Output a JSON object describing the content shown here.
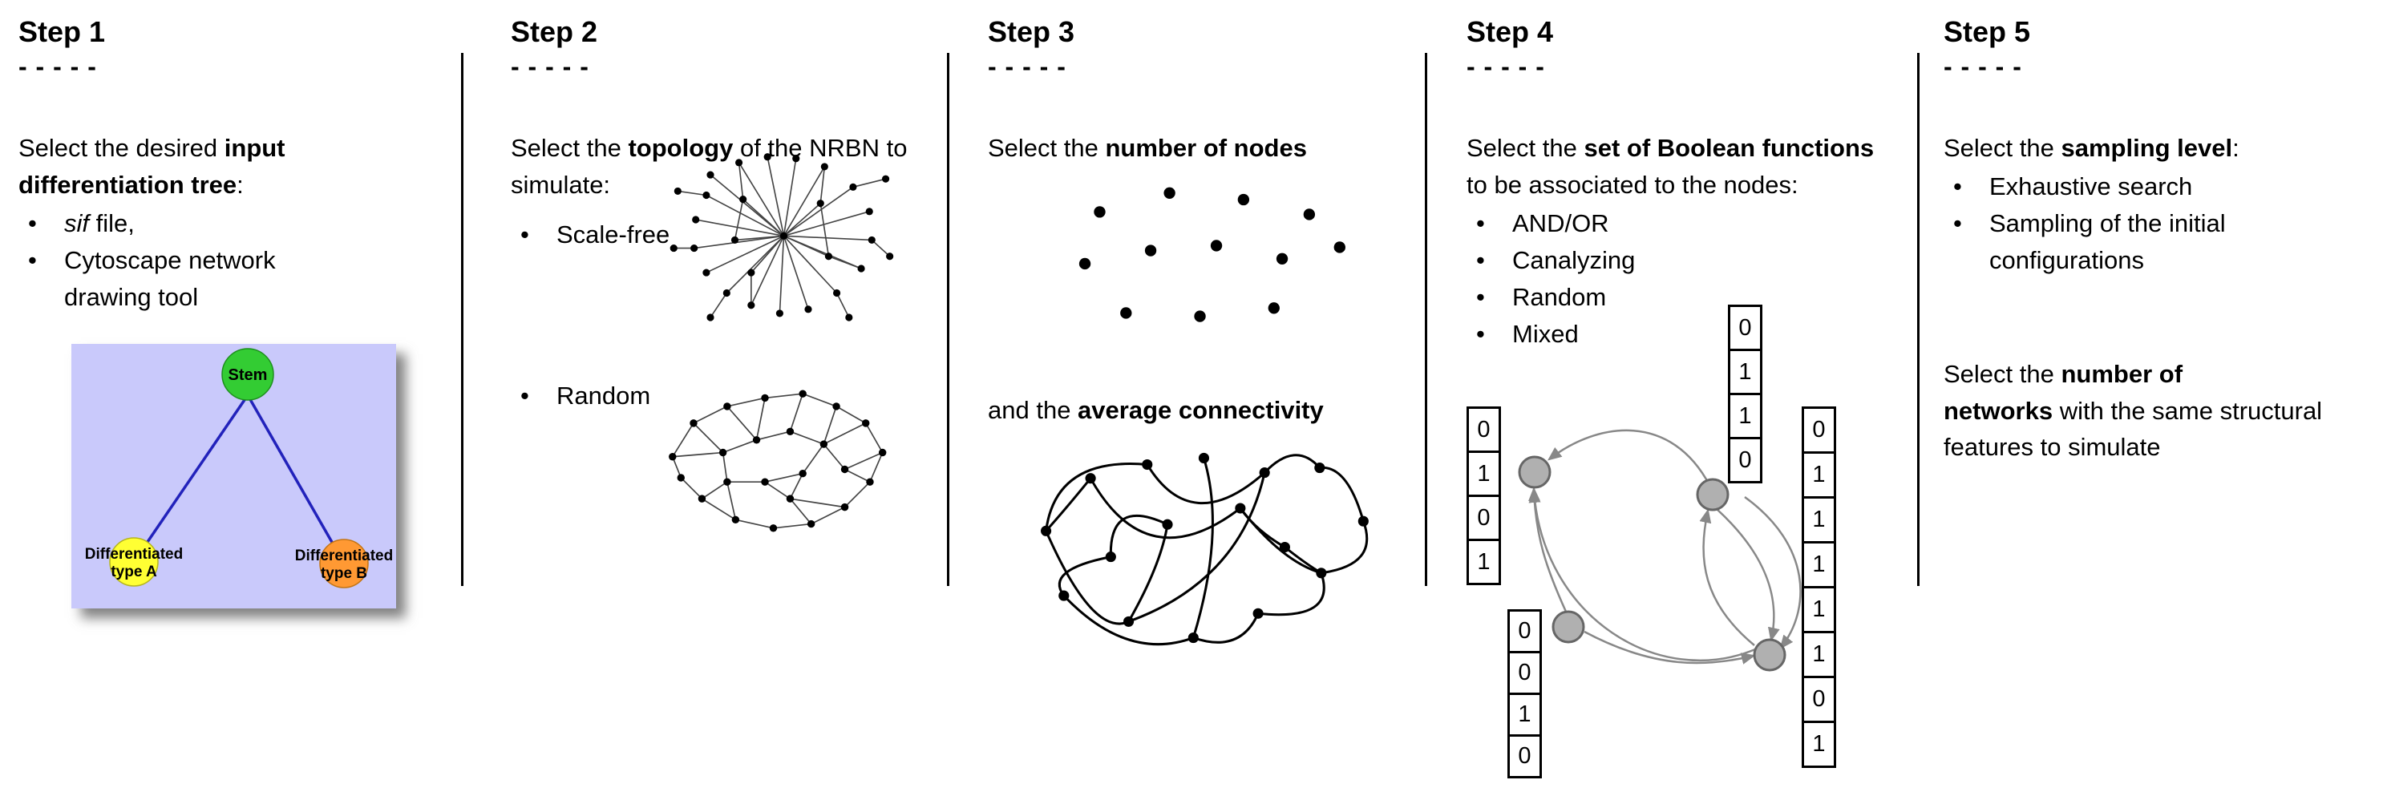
{
  "steps": {
    "step1": {
      "title": "Step 1",
      "dashes": "- - - - -",
      "intro": {
        "plain": "Select the desired ",
        "bold": "input differentiation tree",
        "tail": ":"
      },
      "options": {
        "sif": {
          "italic": "sif",
          "rest": " file,"
        },
        "cytoscape": {
          "line1": "Cytoscape network",
          "line2": "drawing tool"
        }
      },
      "tree": {
        "root_label": "Stem",
        "left_line1": "Differentiated",
        "left_line2": "type A",
        "right_line1": "Differentiated",
        "right_line2": "type B",
        "colors": {
          "background": "#c9c9fb",
          "root": "#33cc33",
          "left": "#ffff33",
          "right": "#ff9933",
          "edge": "#2222bb"
        }
      }
    },
    "step2": {
      "title": "Step 2",
      "dashes": "- - - - -",
      "intro": {
        "plain": "Select the ",
        "bold": "topology",
        "tail": " of the NRBN to simulate:"
      },
      "options": {
        "scale_free": "Scale-free",
        "random": "Random"
      }
    },
    "step3": {
      "title": "Step 3",
      "dashes": "- - - - -",
      "line1": {
        "plain": "Select the ",
        "bold": "number of nodes"
      },
      "line2": {
        "plain": "and the ",
        "bold": "average connectivity"
      }
    },
    "step4": {
      "title": "Step 4",
      "dashes": "- - - - -",
      "intro": {
        "plain": "Select the ",
        "bold": "set of Boolean functions",
        "tail": " to be associated to the nodes:"
      },
      "options": [
        "AND/OR",
        "Canalyzing",
        "Random",
        "Mixed"
      ],
      "vectors": {
        "left": [
          "0",
          "1",
          "0",
          "1"
        ],
        "top": [
          "0",
          "1",
          "1",
          "0"
        ],
        "bottom_left": [
          "0",
          "0",
          "1",
          "0"
        ],
        "right": [
          "0",
          "1",
          "1",
          "1",
          "1",
          "1",
          "0",
          "1"
        ]
      }
    },
    "step5": {
      "title": "Step 5",
      "dashes": "- - - - -",
      "intro": {
        "plain": "Select the ",
        "bold": "sampling level",
        "tail": ":"
      },
      "options": {
        "exhaustive": "Exhaustive search",
        "sampling": {
          "line1": "Sampling of the initial",
          "line2": "configurations"
        }
      },
      "para2": {
        "plain": "Select the ",
        "bold1": "number of",
        "bold2": "networks",
        "tail": " with the same structural features to simulate"
      }
    }
  }
}
